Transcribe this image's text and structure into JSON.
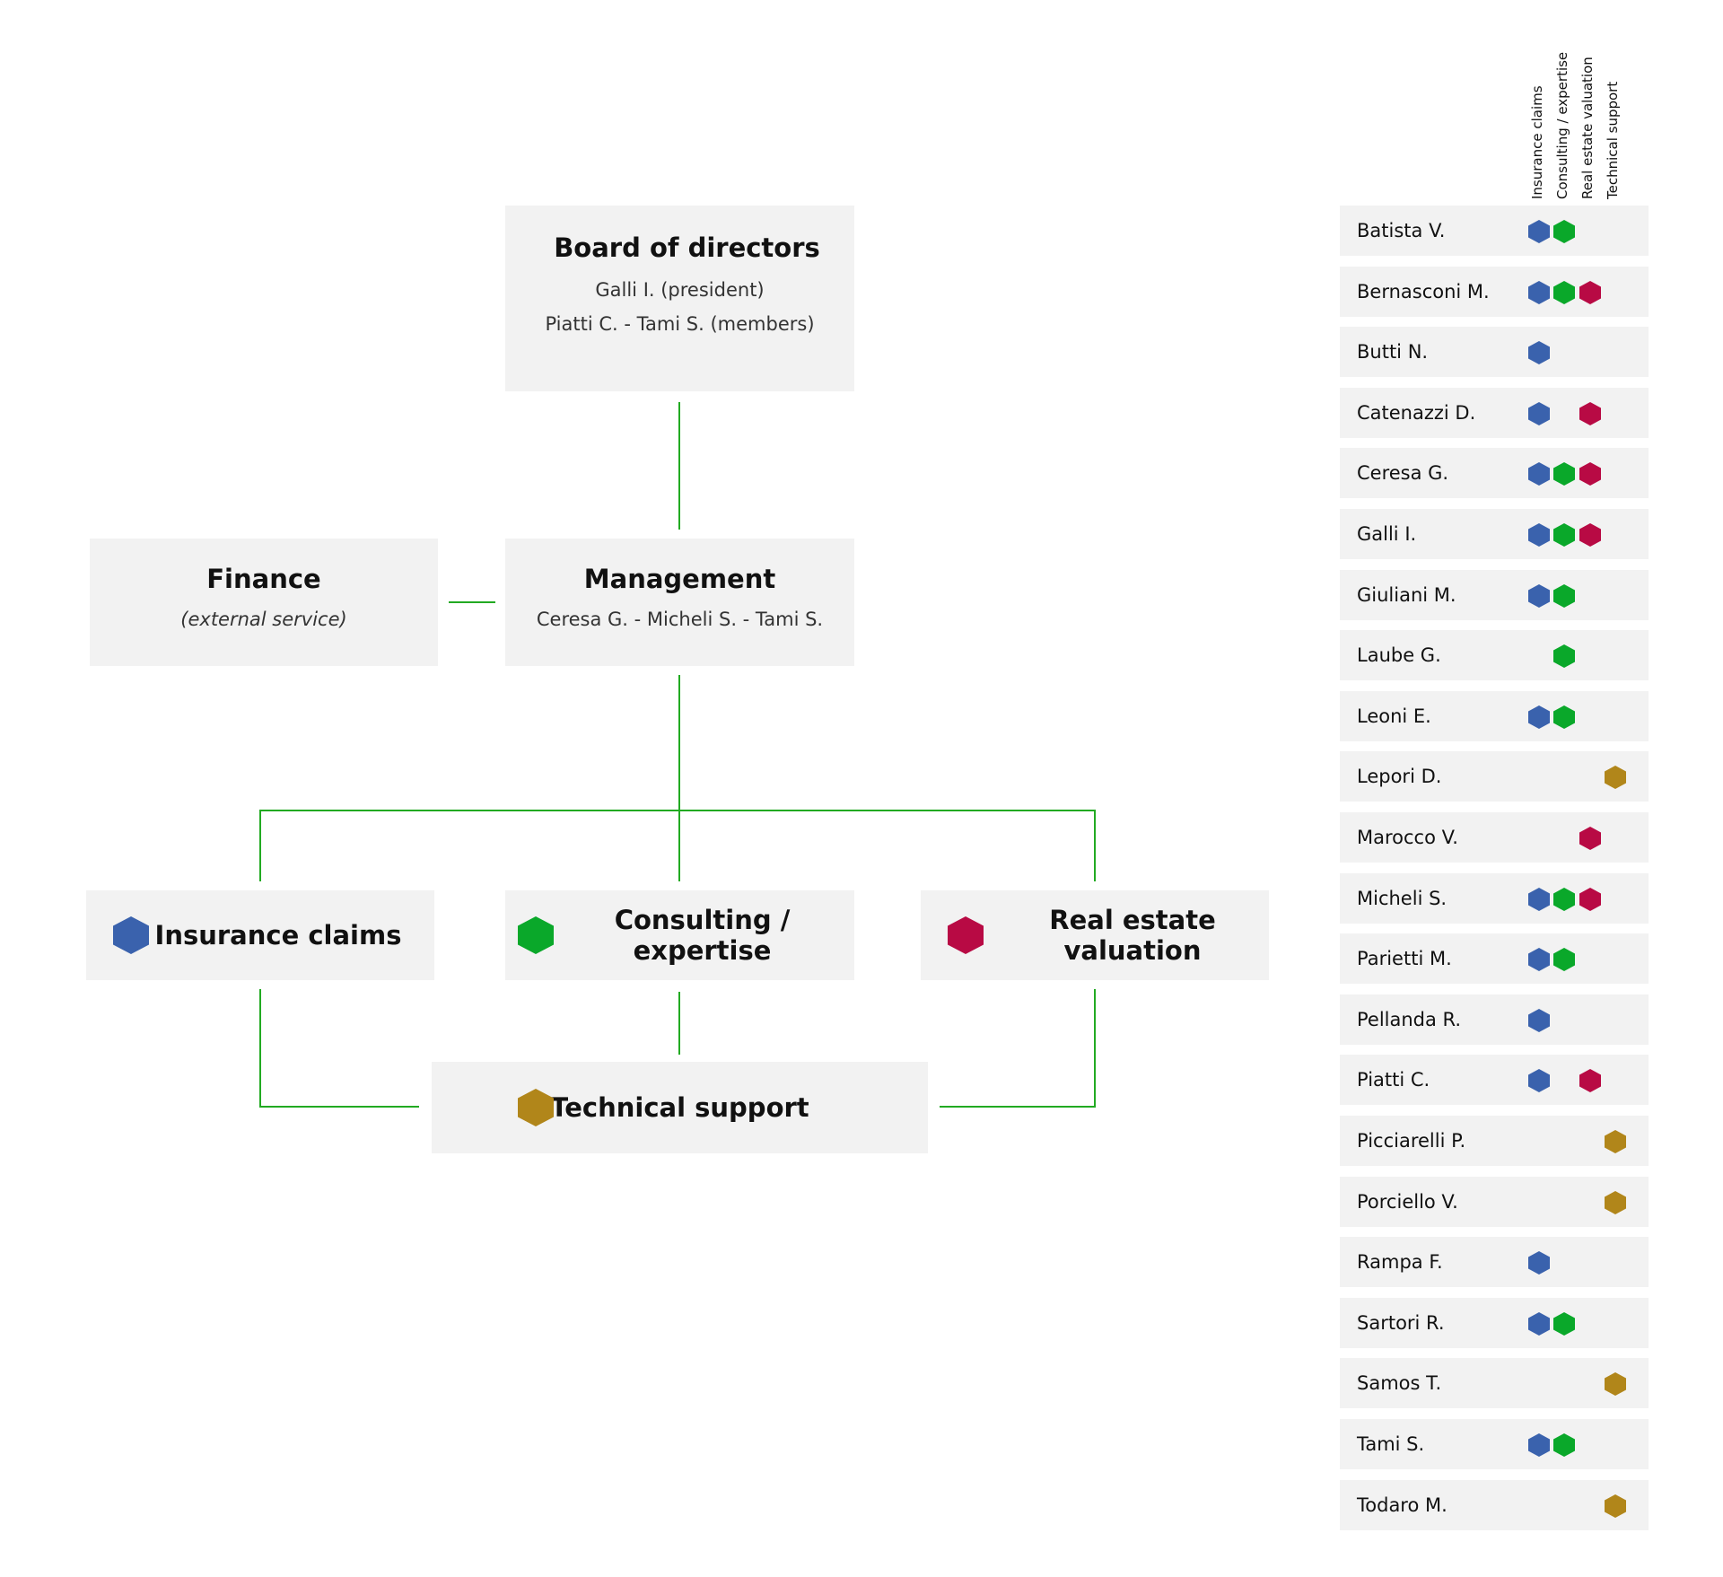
{
  "colors": {
    "insurance": "#3a62ad",
    "consulting": "#0aa82a",
    "realestate": "#b80a44",
    "technical": "#b1861a",
    "connector": "#22aa22",
    "box": "#f2f2f2"
  },
  "board": {
    "title": "Board of directors",
    "line1": "Galli I. (president)",
    "line2": "Piatti C.  - Tami S. (members)"
  },
  "finance": {
    "title": "Finance",
    "subtitle": "(external service)"
  },
  "management": {
    "title": "Management",
    "members": "Ceresa G. - Micheli S. - Tami S."
  },
  "departments": {
    "insurance": {
      "label": "Insurance claims",
      "icon": "blue-hexagon-icon"
    },
    "consulting": {
      "label": "Consulting / expertise",
      "icon": "green-hexagon-icon"
    },
    "realestate": {
      "label": "Real estate valuation",
      "icon": "red-hexagon-icon"
    },
    "technical": {
      "label": "Technical support",
      "icon": "gold-hexagon-icon"
    }
  },
  "matrix": {
    "columns": [
      "Insurance claims",
      "Consulting / expertise",
      "Real estate valuation",
      "Technical support"
    ],
    "people": [
      {
        "name": "Batista V.",
        "units": [
          1,
          1,
          0,
          0
        ]
      },
      {
        "name": "Bernasconi M.",
        "units": [
          1,
          1,
          1,
          0
        ]
      },
      {
        "name": "Butti N.",
        "units": [
          1,
          0,
          0,
          0
        ]
      },
      {
        "name": "Catenazzi D.",
        "units": [
          1,
          0,
          1,
          0
        ]
      },
      {
        "name": "Ceresa G.",
        "units": [
          1,
          1,
          1,
          0
        ]
      },
      {
        "name": "Galli I.",
        "units": [
          1,
          1,
          1,
          0
        ]
      },
      {
        "name": "Giuliani M.",
        "units": [
          1,
          1,
          0,
          0
        ]
      },
      {
        "name": "Laube G.",
        "units": [
          0,
          1,
          0,
          0
        ]
      },
      {
        "name": "Leoni E.",
        "units": [
          1,
          1,
          0,
          0
        ]
      },
      {
        "name": "Lepori D.",
        "units": [
          0,
          0,
          0,
          1
        ]
      },
      {
        "name": "Marocco V.",
        "units": [
          0,
          0,
          1,
          0
        ]
      },
      {
        "name": "Micheli S.",
        "units": [
          1,
          1,
          1,
          0
        ]
      },
      {
        "name": "Parietti M.",
        "units": [
          1,
          1,
          0,
          0
        ]
      },
      {
        "name": "Pellanda R.",
        "units": [
          1,
          0,
          0,
          0
        ]
      },
      {
        "name": "Piatti C.",
        "units": [
          1,
          0,
          1,
          0
        ]
      },
      {
        "name": "Picciarelli P.",
        "units": [
          0,
          0,
          0,
          1
        ]
      },
      {
        "name": "Porciello V.",
        "units": [
          0,
          0,
          0,
          1
        ]
      },
      {
        "name": "Rampa F.",
        "units": [
          1,
          0,
          0,
          0
        ]
      },
      {
        "name": "Sartori R.",
        "units": [
          1,
          1,
          0,
          0
        ]
      },
      {
        "name": "Samos T.",
        "units": [
          0,
          0,
          0,
          1
        ]
      },
      {
        "name": "Tami S.",
        "units": [
          1,
          1,
          0,
          0
        ]
      },
      {
        "name": "Todaro M.",
        "units": [
          0,
          0,
          0,
          1
        ]
      }
    ]
  }
}
